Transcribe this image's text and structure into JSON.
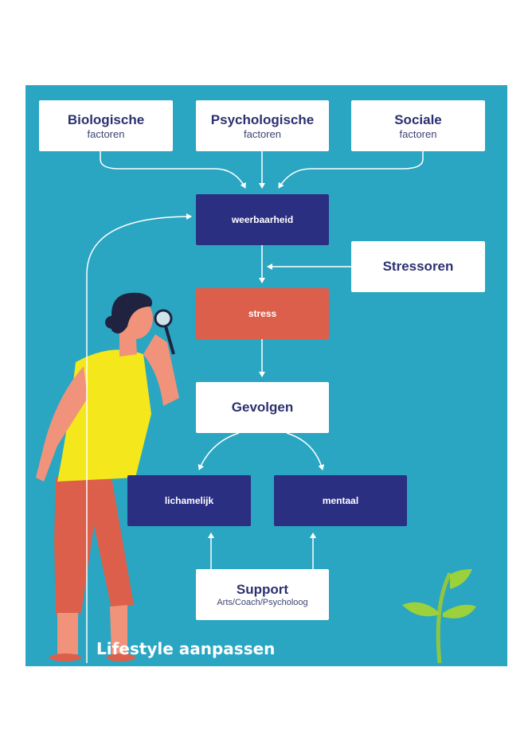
{
  "colors": {
    "background": "#2aa6c3",
    "navy": "#2b2f82",
    "stress": "#dc5f4b",
    "white": "#ffffff",
    "text": "#2b3170"
  },
  "factors": [
    {
      "title": "Biologische",
      "sub": "factoren"
    },
    {
      "title": "Psychologische",
      "sub": "factoren"
    },
    {
      "title": "Sociale",
      "sub": "factoren"
    }
  ],
  "weerbaarheid": "weerbaarheid",
  "stressoren": "Stressoren",
  "stress": "stress",
  "gevolgen": "Gevolgen",
  "lichamelijk": "lichamelijk",
  "mentaal": "mentaal",
  "support": {
    "title": "Support",
    "sub": "Arts/Coach/Psycholoog"
  },
  "lifestyle": "Lifestyle aanpassen"
}
